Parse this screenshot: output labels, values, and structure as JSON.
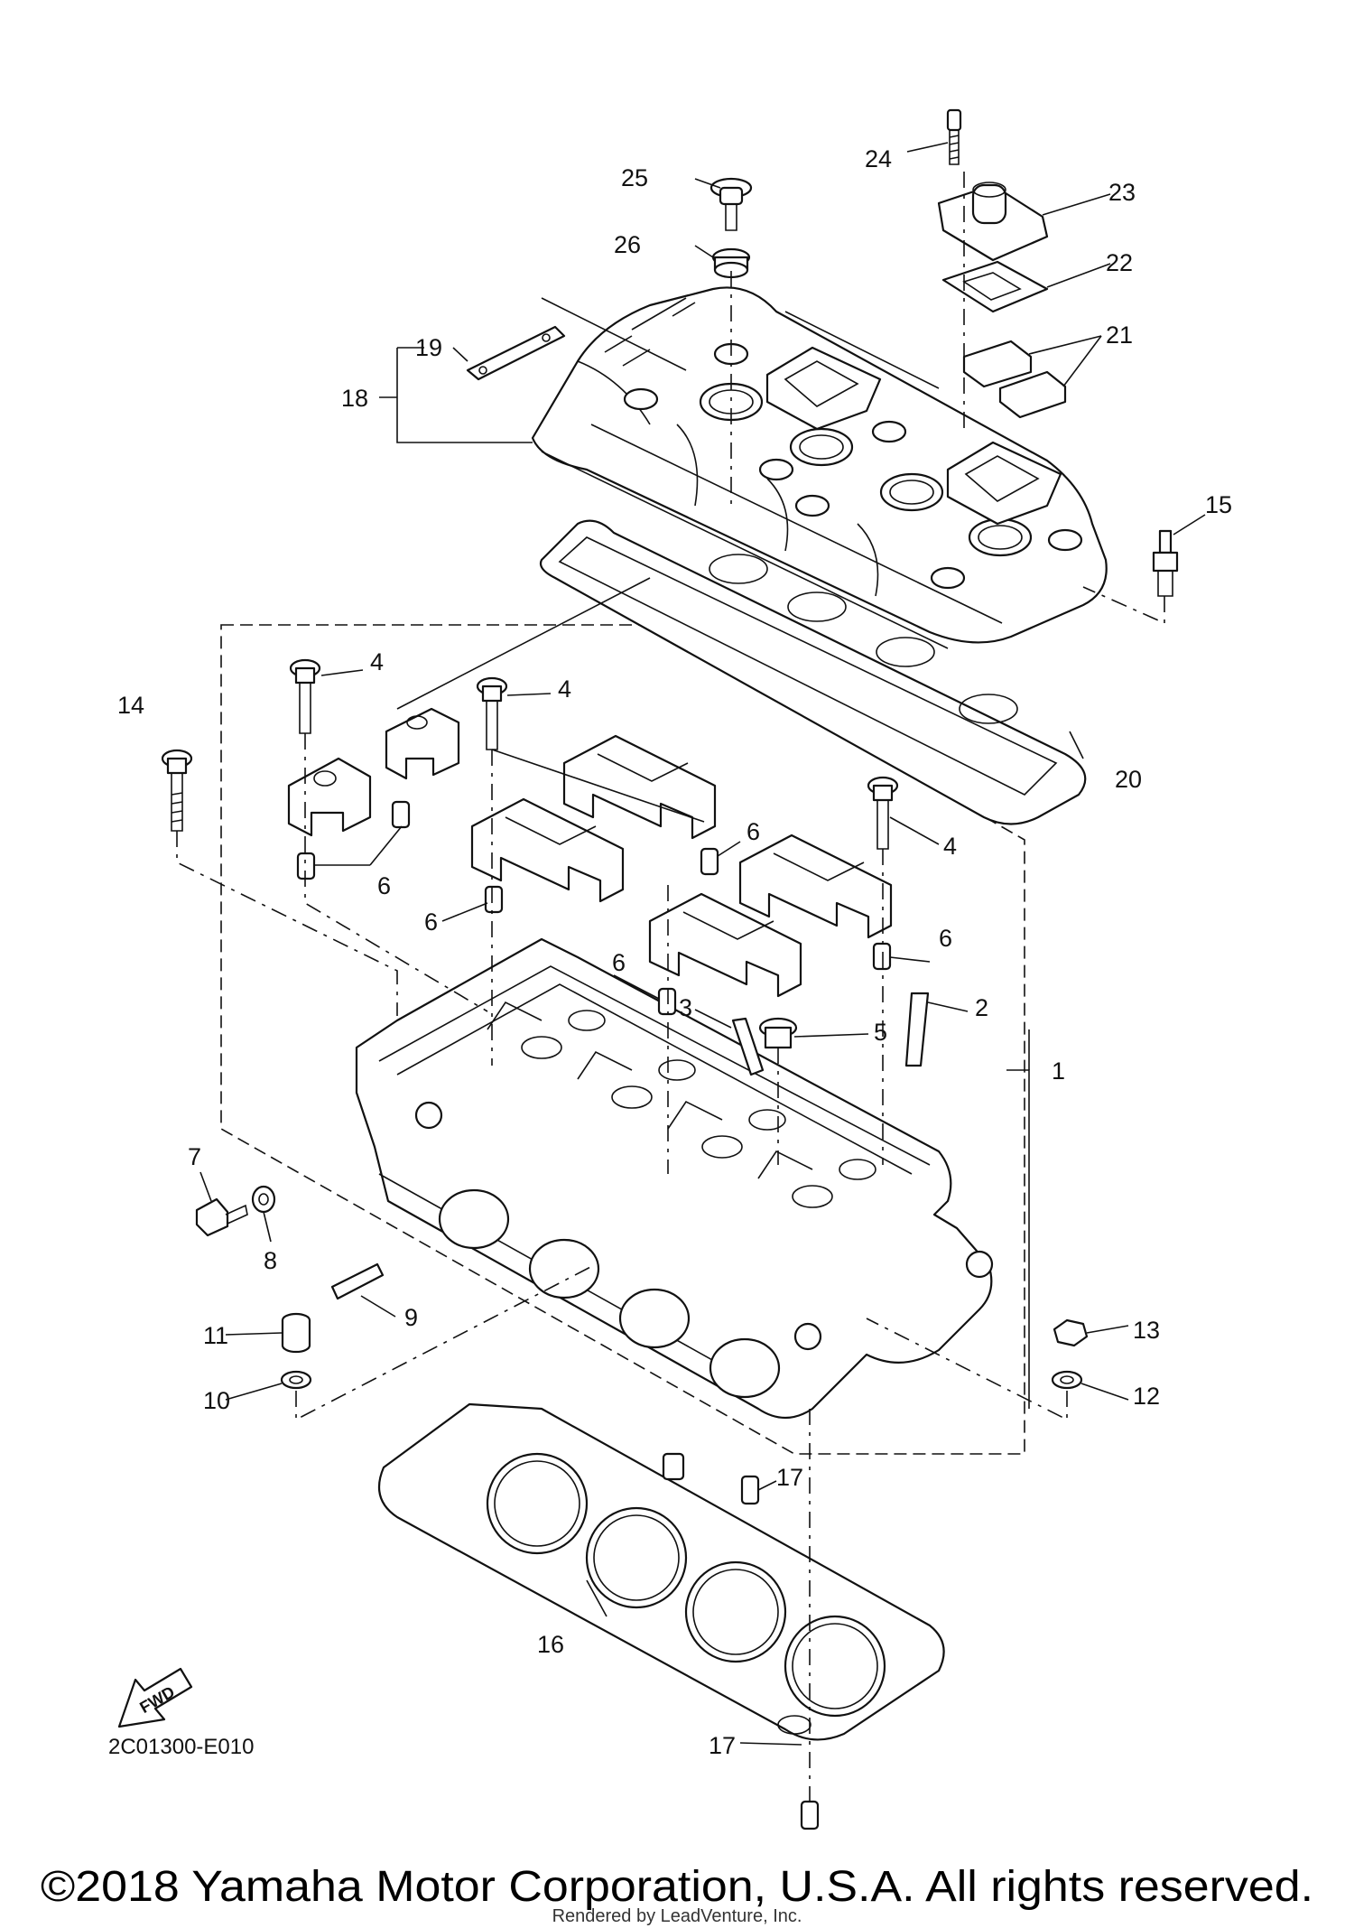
{
  "diagram_code": "2C01300-E010",
  "fwd_label": "FWD",
  "footer": {
    "copyright": "©2018 Yamaha Motor Corporation, U.S.A. All rights reserved.",
    "rendered_by": "Rendered by LeadVenture, Inc."
  },
  "callouts": {
    "c1": "1",
    "c2": "2",
    "c3": "3",
    "c4a": "4",
    "c4b": "4",
    "c4c": "4",
    "c5": "5",
    "c6a": "6",
    "c6b": "6",
    "c6c": "6",
    "c6d": "6",
    "c6e": "6",
    "c7": "7",
    "c8": "8",
    "c9": "9",
    "c10": "10",
    "c11": "11",
    "c12": "12",
    "c13": "13",
    "c14": "14",
    "c15": "15",
    "c16": "16",
    "c17a": "17",
    "c17b": "17",
    "c18": "18",
    "c19": "19",
    "c20": "20",
    "c21": "21",
    "c22": "22",
    "c23": "23",
    "c24": "24",
    "c25": "25",
    "c26": "26"
  }
}
